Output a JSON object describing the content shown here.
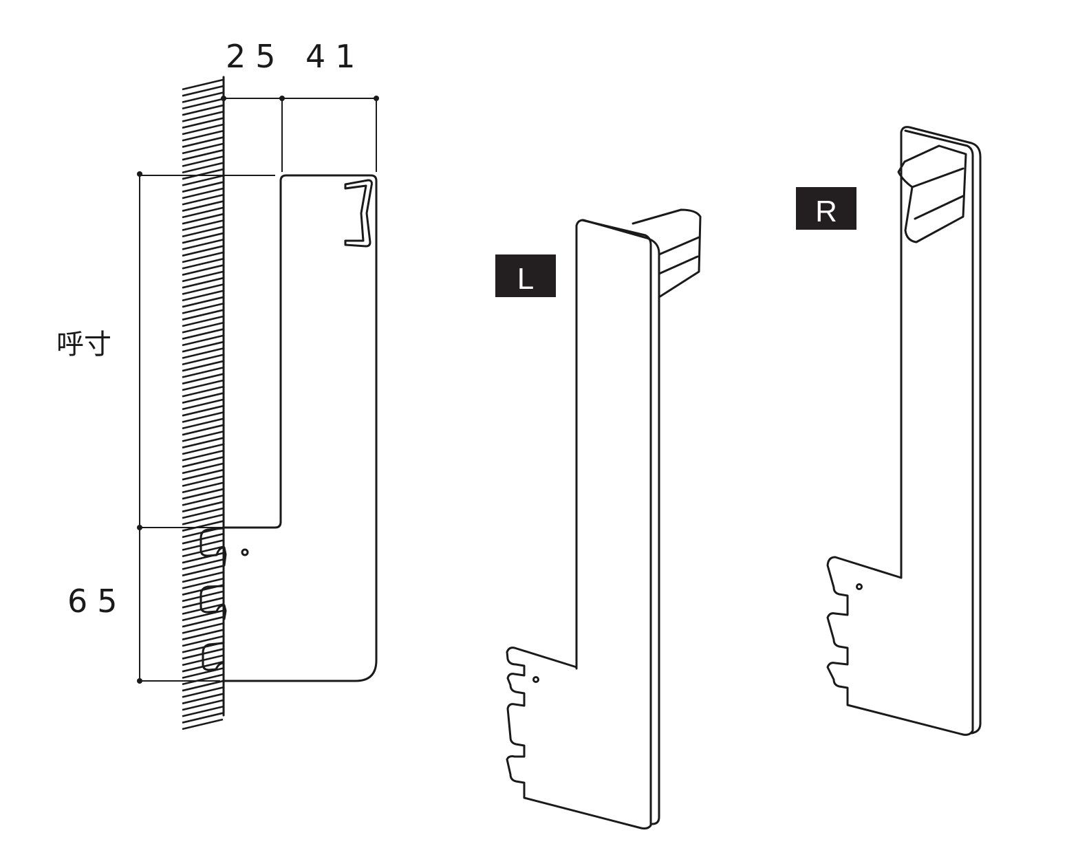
{
  "dimensions": {
    "top_a": "25",
    "top_b": "41",
    "nominal_size": "呼寸",
    "bottom_height": "65"
  },
  "parts": {
    "left_label": "L",
    "right_label": "R"
  },
  "colors": {
    "line": "#1a1a1a",
    "tag_bg": "#231f20"
  }
}
